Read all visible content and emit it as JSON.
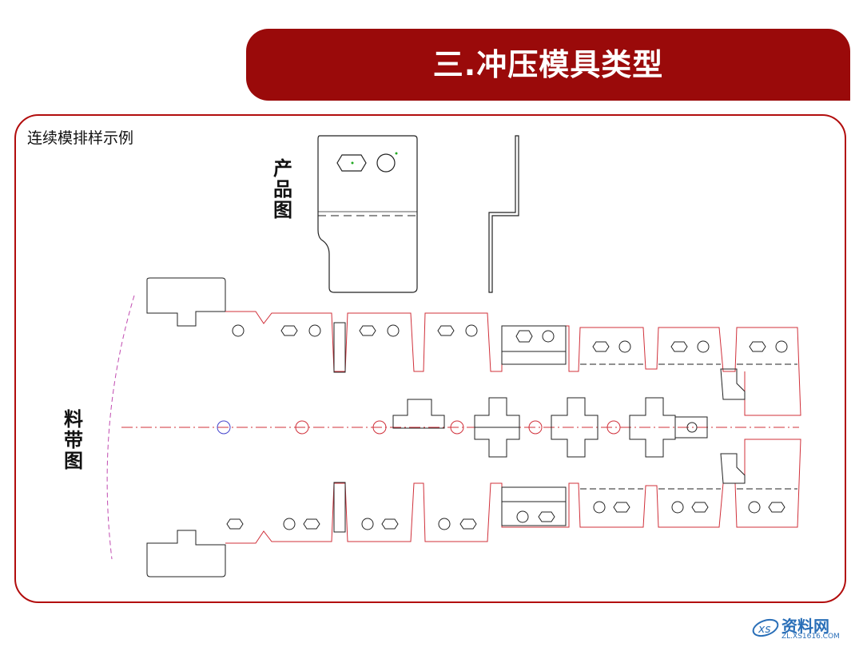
{
  "title": "三.冲压模具类型",
  "subtitle": "连续模排样示例",
  "labels": {
    "product": "产品图",
    "strip": "料带图"
  },
  "watermark": {
    "main": "资料网",
    "sub": "ZL.XS1616.COM"
  },
  "colors": {
    "banner": "#9a0a0a",
    "frame": "#b20d0d",
    "strip_lines": "#d0303a",
    "drawing_lines": "#222222"
  }
}
